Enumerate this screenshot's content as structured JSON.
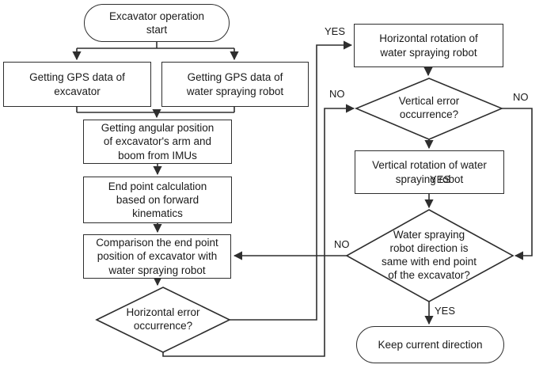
{
  "nodes": {
    "start": {
      "label": "Excavator operation\nstart"
    },
    "gps_excavator": {
      "label": "Getting GPS data of\nexcavator"
    },
    "gps_robot": {
      "label": "Getting GPS data of\nwater spraying robot"
    },
    "imu": {
      "label": "Getting angular position\nof excavator's arm and\nboom from IMUs"
    },
    "endpoint": {
      "label": "End point calculation\nbased on forward\nkinematics"
    },
    "comparison": {
      "label": "Comparison the end point\nposition of excavator with\nwater spraying robot"
    },
    "horizontal_error": {
      "label": "Horizontal error\noccurrence?"
    },
    "horizontal_rotation": {
      "label": "Horizontal rotation of\nwater spraying robot"
    },
    "vertical_error": {
      "label": "Vertical error\noccurrence?"
    },
    "vertical_rotation": {
      "label": "Vertical rotation of water\nspraying robot"
    },
    "direction_same": {
      "label": "Water spraying\nrobot direction is\nsame with end point\nof the excavator?"
    },
    "keep_direction": {
      "label": "Keep current direction"
    }
  },
  "edge_labels": {
    "yes_horizontal": "YES",
    "no_horizontal": "NO",
    "no_vertical": "NO",
    "yes_vertical": "YES",
    "no_direction": "NO",
    "yes_direction": "YES"
  },
  "colors": {
    "stroke": "#2e2e2e",
    "text": "#1a1a1a",
    "background": "#ffffff"
  }
}
